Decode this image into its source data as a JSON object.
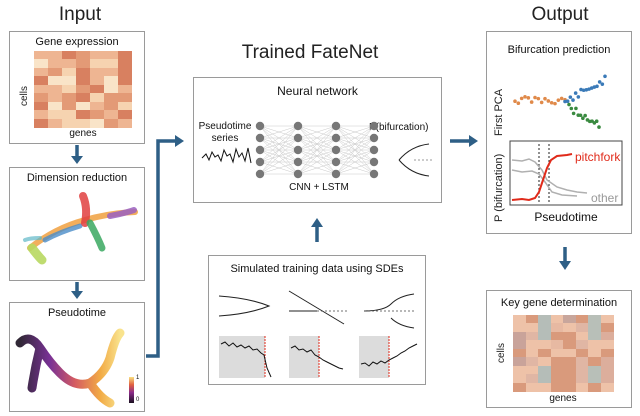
{
  "headers": {
    "input": "Input",
    "trained": "Trained FateNet",
    "output": "Output"
  },
  "gene_expression": {
    "title": "Gene expression",
    "y_label": "cells",
    "x_label": "genes"
  },
  "dimension_reduction": {
    "title": "Dimension reduction"
  },
  "pseudotime_panel": {
    "title": "Pseudotime",
    "colorbar_top": "1",
    "colorbar_bottom": "0"
  },
  "network": {
    "title": "Neural network",
    "input_label_line1": "Pseudotime",
    "input_label_line2": "series",
    "output_label": "P(bifurcation)",
    "arch_label": "CNN + LSTM"
  },
  "training": {
    "title": "Simulated training data using SDEs"
  },
  "bifurcation": {
    "title": "Bifurcation prediction",
    "pca_label": "First PCA",
    "prob_label": "P (bifurcation)",
    "pitchfork_label": "pitchfork",
    "other_label": "other",
    "x_label": "Pseudotime"
  },
  "key_gene": {
    "title": "Key gene determination",
    "y_label": "cells",
    "x_label": "genes"
  },
  "colors": {
    "arrow": "#2e5f86",
    "heat_dark": "#d88060",
    "heat_light": "#f6d9b8",
    "pitchfork": "#e02a1a",
    "other": "#b0b0b0"
  }
}
